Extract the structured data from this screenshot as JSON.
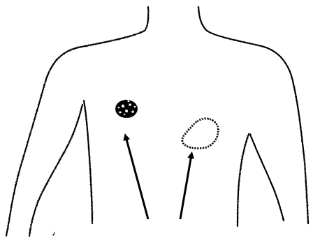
{
  "figure": {
    "background": "#ffffff",
    "ink_color": "#000000",
    "elements": [
      "torso-outline",
      "filled-lesion",
      "outlined-lesion",
      "arrow-to-filled-lesion",
      "arrow-to-outlined-lesion"
    ]
  }
}
